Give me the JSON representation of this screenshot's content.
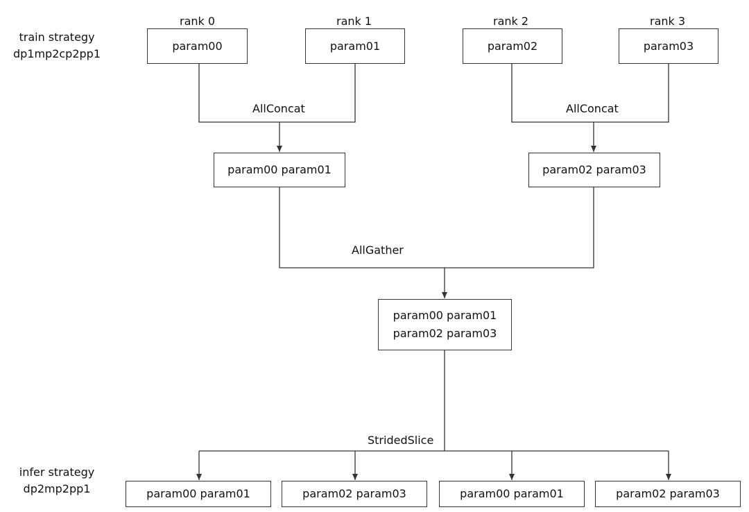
{
  "train_strategy": {
    "line1": "train strategy",
    "line2": "dp1mp2cp2pp1"
  },
  "infer_strategy": {
    "line1": "infer strategy",
    "line2": "dp2mp2pp1"
  },
  "ranks": [
    {
      "label": "rank 0",
      "param": "param00"
    },
    {
      "label": "rank 1",
      "param": "param01"
    },
    {
      "label": "rank 2",
      "param": "param02"
    },
    {
      "label": "rank 3",
      "param": "param03"
    }
  ],
  "ops": {
    "allconcat_left": "AllConcat",
    "allconcat_right": "AllConcat",
    "allgather": "AllGather",
    "stridedslice": "StridedSlice"
  },
  "concat_boxes": {
    "left": "param00 param01",
    "right": "param02 param03"
  },
  "gather_box": {
    "line1": "param00 param01",
    "line2": "param02 param03"
  },
  "infer_boxes": [
    "param00 param01",
    "param02 param03",
    "param00 param01",
    "param02 param03"
  ]
}
